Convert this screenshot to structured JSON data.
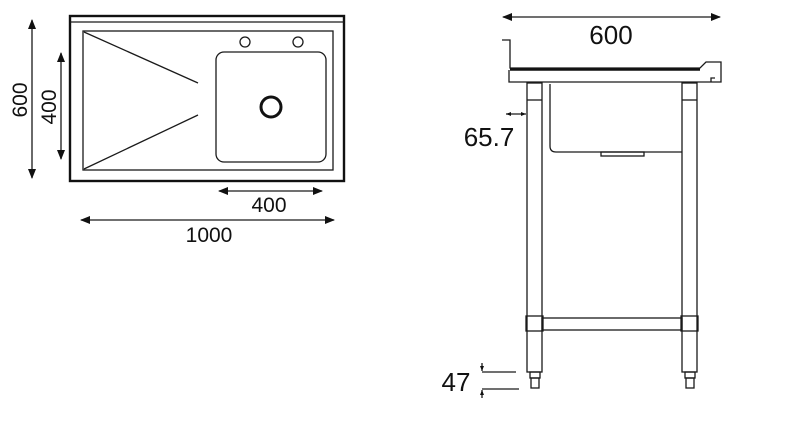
{
  "top_view": {
    "dim_depth": "600",
    "dim_bowl_depth": "400",
    "dim_bowl_width": "400",
    "dim_total_width": "1000"
  },
  "side_view": {
    "dim_depth": "600",
    "dim_leg_offset": "65.7",
    "dim_foot_height": "47"
  },
  "colors": {
    "line": "#111111",
    "background": "#ffffff"
  }
}
